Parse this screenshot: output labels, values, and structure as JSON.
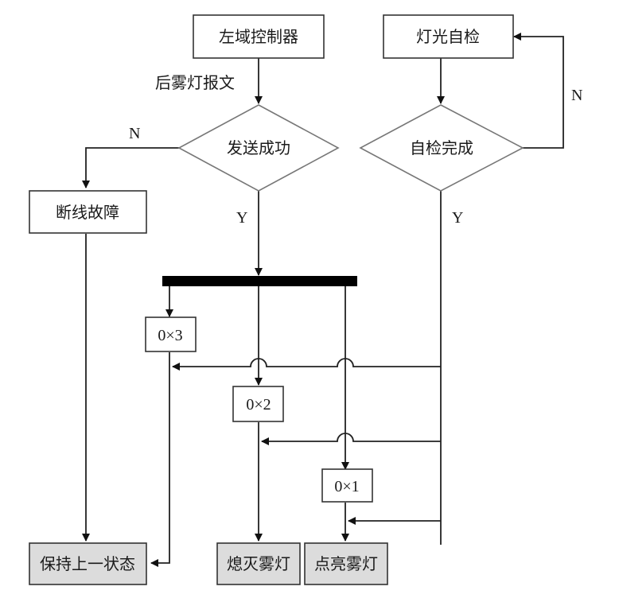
{
  "nodes": {
    "left_controller": "左域控制器",
    "light_selfcheck": "灯光自检",
    "send_success": "发送成功",
    "selfcheck_done": "自检完成",
    "disconnect_fault": "断线故障",
    "code_0x3": "0×3",
    "code_0x2": "0×2",
    "code_0x1": "0×1",
    "keep_last_state": "保持上一状态",
    "fog_light_off": "熄灭雾灯",
    "fog_light_on": "点亮雾灯"
  },
  "edge_labels": {
    "rear_fog_message": "后雾灯报文",
    "send_no": "N",
    "send_yes": "Y",
    "selfcheck_no": "N",
    "selfcheck_yes": "Y"
  },
  "colors": {
    "line": "#222222",
    "terminal_fill": "#dcdcdc",
    "diamond_stroke": "#777777"
  }
}
